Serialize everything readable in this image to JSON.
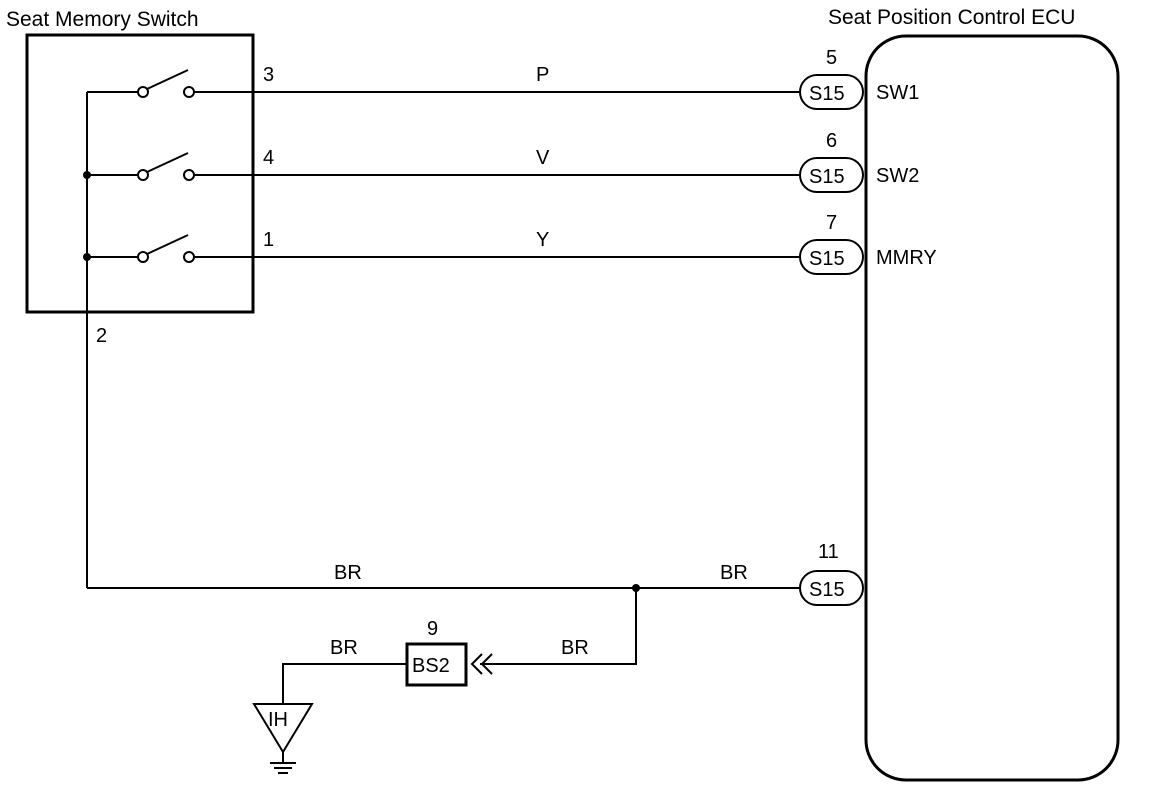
{
  "switch": {
    "title": "Seat Memory Switch",
    "pins": {
      "sw1": "3",
      "sw2": "4",
      "mmry": "1",
      "ground": "2"
    }
  },
  "ecu": {
    "title": "Seat Position Control ECU",
    "terminals": [
      {
        "pin": "5",
        "connector": "S15",
        "name": "SW1"
      },
      {
        "pin": "6",
        "connector": "S15",
        "name": "SW2"
      },
      {
        "pin": "7",
        "connector": "S15",
        "name": "MMRY"
      },
      {
        "pin": "11",
        "connector": "S15",
        "name": ""
      }
    ]
  },
  "wires": {
    "sw1": "P",
    "sw2": "V",
    "mmry": "Y",
    "ground_left": "BR",
    "ground_right": "BR",
    "ground_down": "BR",
    "ground_to_earth": "BR"
  },
  "junction": {
    "pin": "9",
    "connector": "BS2"
  },
  "ground_point": {
    "code": "IH"
  }
}
